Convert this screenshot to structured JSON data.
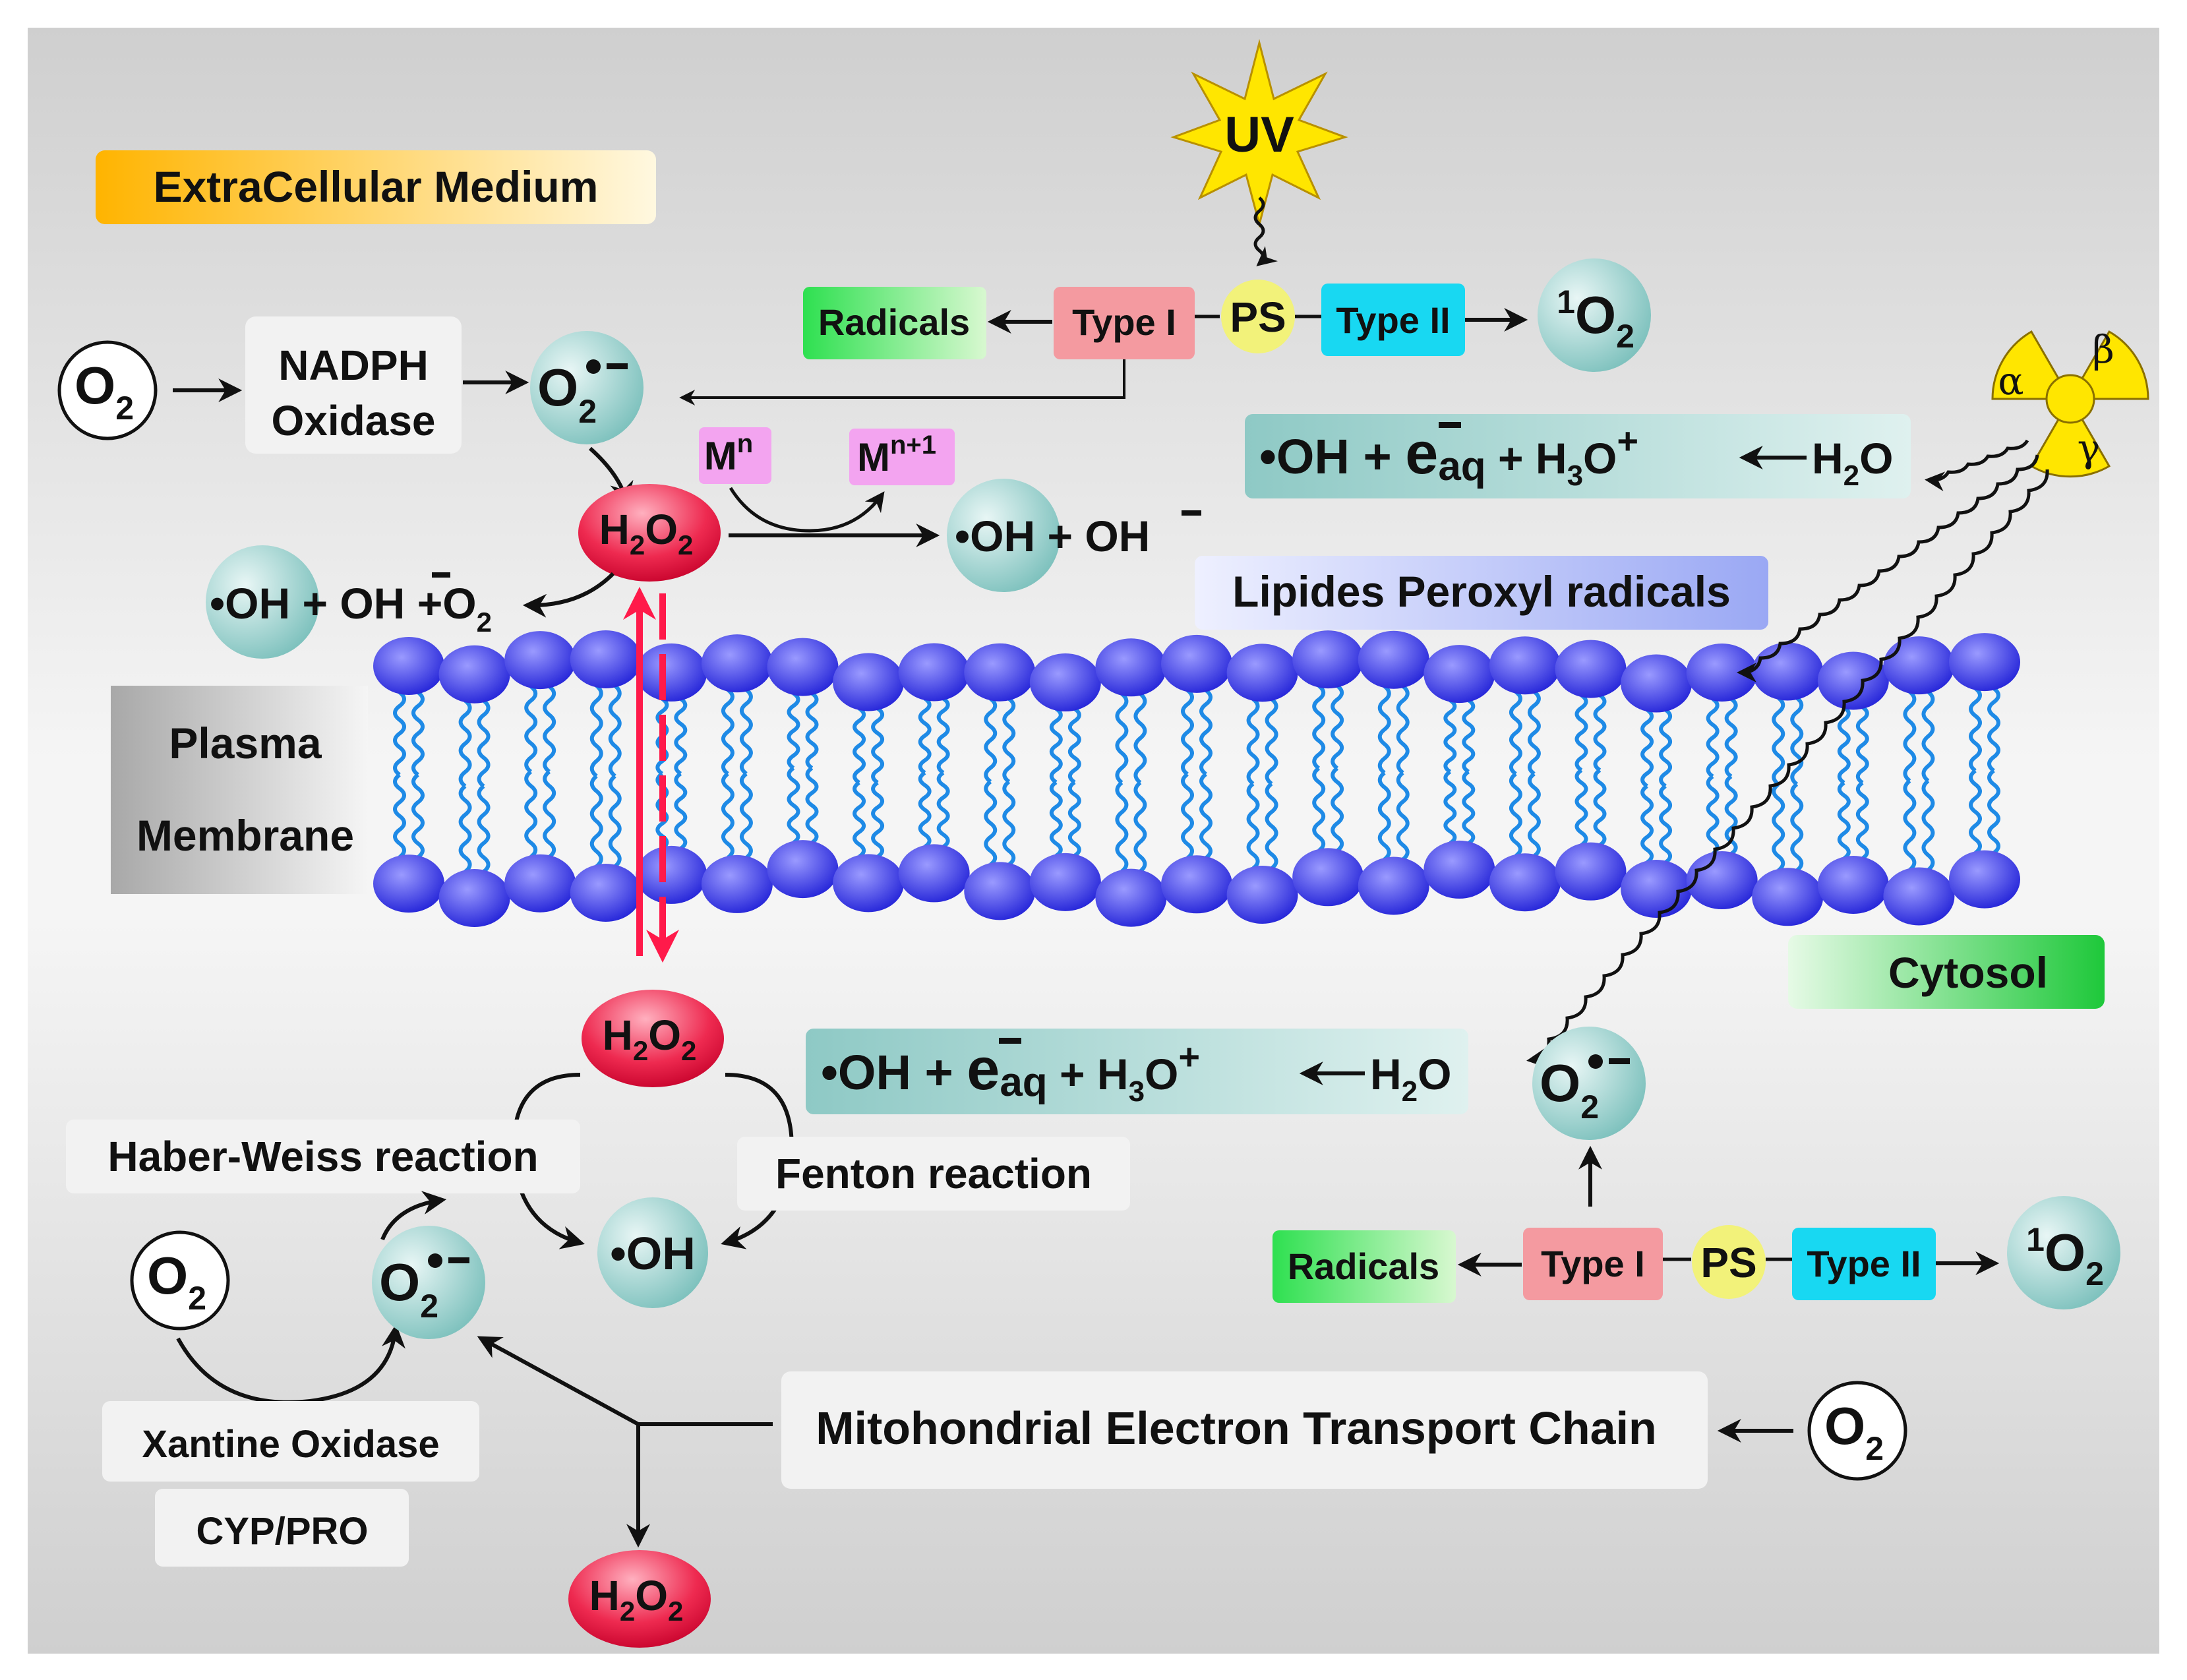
{
  "regions": {
    "extracellular": "ExtraCellular Medium",
    "cytosol": "Cytosol",
    "membrane_line1": "Plasma",
    "membrane_line2": "Membrane"
  },
  "uv": "UV",
  "radiation": {
    "alpha": "α",
    "beta": "β",
    "gamma": "γ"
  },
  "photo": {
    "radicals": "Radicals",
    "type1": "Type I",
    "ps": "PS",
    "type2": "Type II",
    "singlet_sup": "1",
    "singlet": "O",
    "singlet_sub": "2"
  },
  "species": {
    "o2": "O",
    "o2_sub": "2",
    "superoxide_dot": "•",
    "superoxide_minus": "−",
    "h2o2_h": "H",
    "h2o2_sub": "2",
    "h2o2_o": "O",
    "oh": "•OH",
    "mn": "M",
    "mn_sup": "n",
    "mn1_sup": "n+1",
    "plus": "+",
    "minus": "−"
  },
  "enzymes": {
    "nadph1": "NADPH",
    "nadph2": "Oxidase",
    "xantine": "Xantine Oxidase",
    "cyp": "CYP/PRO",
    "mito": "Mitohondrial Electron Transport Chain"
  },
  "reactions": {
    "haber": "Haber-Weiss reaction",
    "fenton": "Fenton reaction",
    "lipid": "Lipides Peroxyl radicals"
  },
  "radiolysis": {
    "oh": "•OH + ",
    "e": "e",
    "aq": "aq",
    "h3o_h": " +  H",
    "h3o_3": "3",
    "h3o_o": "O",
    "h3o_plus": "+",
    "h2o_h": "H",
    "h2o_2": "2",
    "h2o_o": "O"
  },
  "colors": {
    "background": "#dedede",
    "bubble": "#8ec9c5",
    "h2o2": "#e8143c",
    "head": "#3a3ae0",
    "tail": "#1e8ae6",
    "radicals_box": "#2ee050",
    "type1_box": "#f49aa0",
    "ps_circle": "#f2f27a",
    "type2_box": "#18d8f2",
    "metal_box": "#f3a4f0",
    "red_arrow": "#ff1a4a",
    "radiation_yellow": "#ffe600"
  }
}
